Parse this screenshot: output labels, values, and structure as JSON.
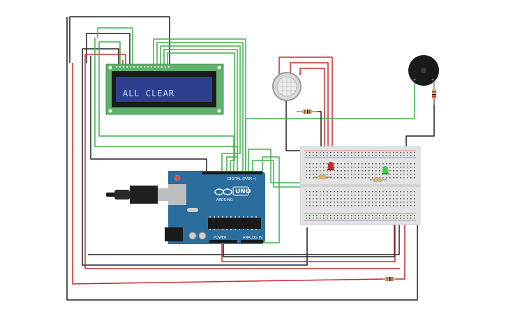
{
  "lcd": {
    "text": "ALL CLEAR"
  },
  "arduino": {
    "logo": "UNO",
    "brand": "ARDUINO",
    "digital_label": "DIGITAL (PWM~)",
    "power_label": "POWER",
    "analog_label": "ANALOG IN"
  },
  "colors": {
    "wire_black": "#1e1e1e",
    "wire_red": "#c8282d",
    "wire_green": "#3cb14a",
    "arduino_board": "#2b6e9e",
    "lcd_board": "#5eb26b",
    "lcd_screen": "#2e3f8f",
    "breadboard": "#e3e3e3"
  }
}
